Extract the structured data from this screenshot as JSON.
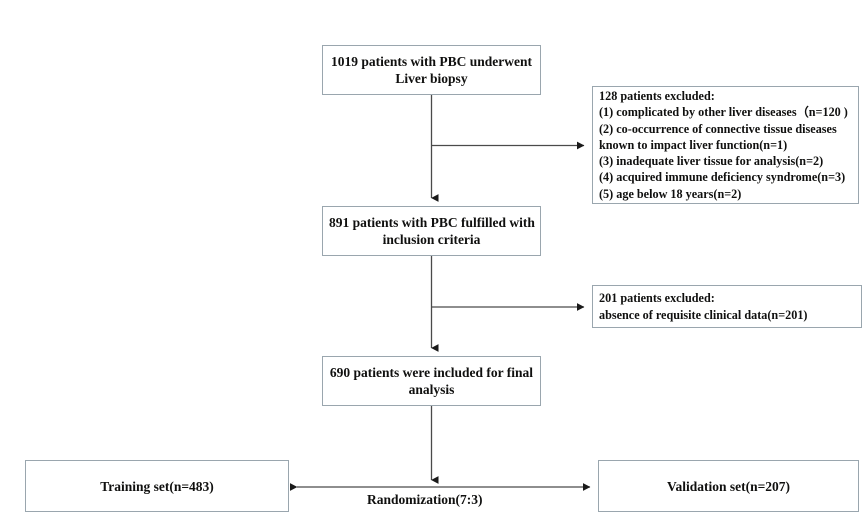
{
  "diagram": {
    "title": "Patient selection flowchart",
    "stroke_color": "#4a4a4a",
    "box_border_color": "#9aa6ae",
    "text_color": "#10100f",
    "background": "#ffffff"
  },
  "nodes": {
    "enrolled": {
      "lines": [
        "1019 patients with PBC underwent",
        "Liver biopsy"
      ]
    },
    "included": {
      "lines": [
        "891 patients with PBC fulfilled with",
        "inclusion criteria"
      ]
    },
    "final": {
      "lines": [
        "690 patients were included for final",
        "analysis"
      ]
    },
    "excluded_1": {
      "lines": [
        "128 patients excluded:",
        "(1) complicated by other liver diseases（n=120 )",
        "(2) co-occurrence of connective tissue diseases",
        "known to impact liver function(n=1)",
        "(3) inadequate liver tissue for analysis(n=2)",
        "(4) acquired immune deficiency syndrome(n=3)",
        "(5) age below 18 years(n=2)"
      ]
    },
    "excluded_2": {
      "lines": [
        "201 patients excluded:",
        "absence of requisite clinical data(n=201)"
      ]
    },
    "training": {
      "lines": [
        "Training set(n=483)"
      ]
    },
    "validation": {
      "lines": [
        "Validation set(n=207)"
      ]
    }
  },
  "edges": {
    "randomization_label": "Randomization(7:3)"
  }
}
